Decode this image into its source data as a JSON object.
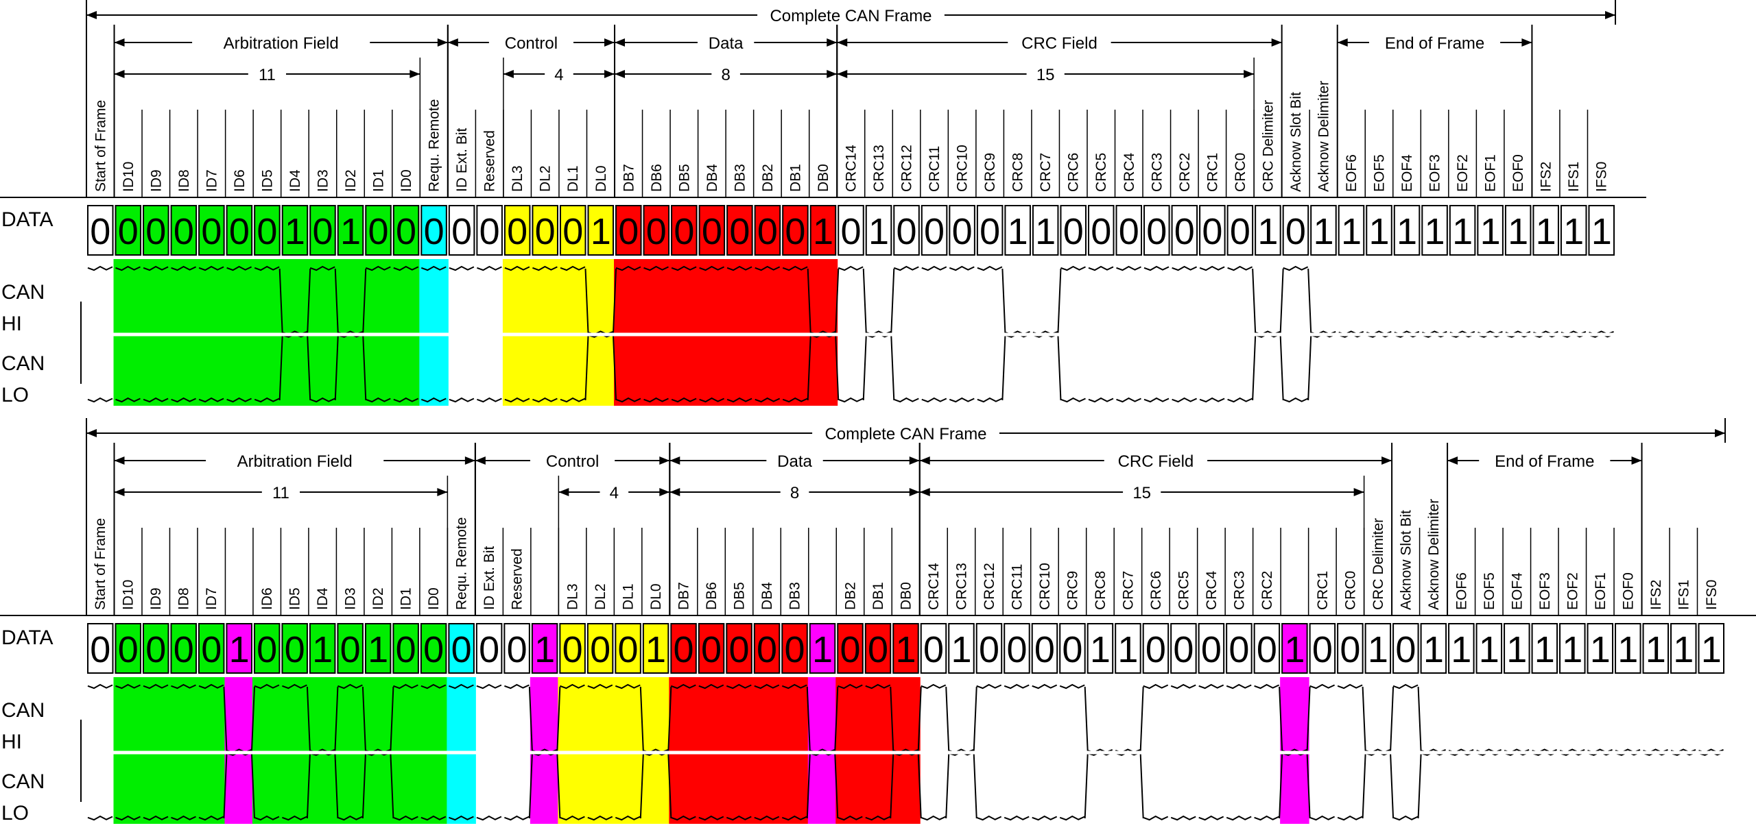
{
  "row_labels": {
    "data": "DATA",
    "can_hi_1": "CAN",
    "can_hi_2": "HI",
    "can_lo_1": "CAN",
    "can_lo_2": "LO"
  },
  "colors": {
    "arbitration": "#00ee00",
    "rtr": "#00ffff",
    "control": "#ffff00",
    "data": "#ff0000",
    "stuff": "#ff00ff",
    "background": "#ffffff",
    "line": "#000000"
  },
  "frames": [
    {
      "title": "Complete CAN Frame",
      "sections": [
        {
          "label": "Arbitration Field",
          "count": "11"
        },
        {
          "label": "Control",
          "count": "4"
        },
        {
          "label": "Data",
          "count": "8"
        },
        {
          "label": "CRC Field",
          "count": "15"
        },
        {
          "label": "End of Frame",
          "count": ""
        }
      ],
      "bits": [
        {
          "label": "Start of Frame",
          "value": "0",
          "type": "sof"
        },
        {
          "label": "ID10",
          "value": "0",
          "type": "arb"
        },
        {
          "label": "ID9",
          "value": "0",
          "type": "arb"
        },
        {
          "label": "ID8",
          "value": "0",
          "type": "arb"
        },
        {
          "label": "ID7",
          "value": "0",
          "type": "arb"
        },
        {
          "label": "ID6",
          "value": "0",
          "type": "arb"
        },
        {
          "label": "ID5",
          "value": "0",
          "type": "arb"
        },
        {
          "label": "ID4",
          "value": "1",
          "type": "arb"
        },
        {
          "label": "ID3",
          "value": "0",
          "type": "arb"
        },
        {
          "label": "ID2",
          "value": "1",
          "type": "arb"
        },
        {
          "label": "ID1",
          "value": "0",
          "type": "arb"
        },
        {
          "label": "ID0",
          "value": "0",
          "type": "arb"
        },
        {
          "label": "Requ. Remote",
          "value": "0",
          "type": "rtr"
        },
        {
          "label": "ID Ext. Bit",
          "value": "0",
          "type": "ide"
        },
        {
          "label": "Reserved",
          "value": "0",
          "type": "res"
        },
        {
          "label": "DL3",
          "value": "0",
          "type": "ctl"
        },
        {
          "label": "DL2",
          "value": "0",
          "type": "ctl"
        },
        {
          "label": "DL1",
          "value": "0",
          "type": "ctl"
        },
        {
          "label": "DL0",
          "value": "1",
          "type": "ctl"
        },
        {
          "label": "DB7",
          "value": "0",
          "type": "dat"
        },
        {
          "label": "DB6",
          "value": "0",
          "type": "dat"
        },
        {
          "label": "DB5",
          "value": "0",
          "type": "dat"
        },
        {
          "label": "DB4",
          "value": "0",
          "type": "dat"
        },
        {
          "label": "DB3",
          "value": "0",
          "type": "dat"
        },
        {
          "label": "DB2",
          "value": "0",
          "type": "dat"
        },
        {
          "label": "DB1",
          "value": "0",
          "type": "dat"
        },
        {
          "label": "DB0",
          "value": "1",
          "type": "dat"
        },
        {
          "label": "CRC14",
          "value": "0",
          "type": "crc"
        },
        {
          "label": "CRC13",
          "value": "1",
          "type": "crc"
        },
        {
          "label": "CRC12",
          "value": "0",
          "type": "crc"
        },
        {
          "label": "CRC11",
          "value": "0",
          "type": "crc"
        },
        {
          "label": "CRC10",
          "value": "0",
          "type": "crc"
        },
        {
          "label": "CRC9",
          "value": "0",
          "type": "crc"
        },
        {
          "label": "CRC8",
          "value": "1",
          "type": "crc"
        },
        {
          "label": "CRC7",
          "value": "1",
          "type": "crc"
        },
        {
          "label": "CRC6",
          "value": "0",
          "type": "crc"
        },
        {
          "label": "CRC5",
          "value": "0",
          "type": "crc"
        },
        {
          "label": "CRC4",
          "value": "0",
          "type": "crc"
        },
        {
          "label": "CRC3",
          "value": "0",
          "type": "crc"
        },
        {
          "label": "CRC2",
          "value": "0",
          "type": "crc"
        },
        {
          "label": "CRC1",
          "value": "0",
          "type": "crc"
        },
        {
          "label": "CRC0",
          "value": "0",
          "type": "crc"
        },
        {
          "label": "CRC Delimiter",
          "value": "1",
          "type": "crcdel"
        },
        {
          "label": "Acknow Slot Bit",
          "value": "0",
          "type": "ack"
        },
        {
          "label": "Acknow Delimiter",
          "value": "1",
          "type": "ackdel"
        },
        {
          "label": "EOF6",
          "value": "1",
          "type": "eof"
        },
        {
          "label": "EOF5",
          "value": "1",
          "type": "eof"
        },
        {
          "label": "EOF4",
          "value": "1",
          "type": "eof"
        },
        {
          "label": "EOF3",
          "value": "1",
          "type": "eof"
        },
        {
          "label": "EOF2",
          "value": "1",
          "type": "eof"
        },
        {
          "label": "EOF1",
          "value": "1",
          "type": "eof"
        },
        {
          "label": "EOF0",
          "value": "1",
          "type": "eof"
        },
        {
          "label": "IFS2",
          "value": "1",
          "type": "ifs"
        },
        {
          "label": "IFS1",
          "value": "1",
          "type": "ifs"
        },
        {
          "label": "IFS0",
          "value": "1",
          "type": "ifs"
        }
      ]
    },
    {
      "title": "Complete CAN Frame",
      "sections": [
        {
          "label": "Arbitration Field",
          "count": "11"
        },
        {
          "label": "Control",
          "count": "4"
        },
        {
          "label": "Data",
          "count": "8"
        },
        {
          "label": "CRC Field",
          "count": "15"
        },
        {
          "label": "End of Frame",
          "count": ""
        }
      ],
      "bits": [
        {
          "label": "Start of Frame",
          "value": "0",
          "type": "sof"
        },
        {
          "label": "ID10",
          "value": "0",
          "type": "arb"
        },
        {
          "label": "ID9",
          "value": "0",
          "type": "arb"
        },
        {
          "label": "ID8",
          "value": "0",
          "type": "arb"
        },
        {
          "label": "ID7",
          "value": "0",
          "type": "arb"
        },
        {
          "label": "",
          "value": "1",
          "type": "stuff"
        },
        {
          "label": "ID6",
          "value": "0",
          "type": "arb"
        },
        {
          "label": "ID5",
          "value": "0",
          "type": "arb"
        },
        {
          "label": "ID4",
          "value": "1",
          "type": "arb"
        },
        {
          "label": "ID3",
          "value": "0",
          "type": "arb"
        },
        {
          "label": "ID2",
          "value": "1",
          "type": "arb"
        },
        {
          "label": "ID1",
          "value": "0",
          "type": "arb"
        },
        {
          "label": "ID0",
          "value": "0",
          "type": "arb"
        },
        {
          "label": "Requ. Remote",
          "value": "0",
          "type": "rtr"
        },
        {
          "label": "ID Ext. Bit",
          "value": "0",
          "type": "ide"
        },
        {
          "label": "Reserved",
          "value": "0",
          "type": "res"
        },
        {
          "label": "",
          "value": "1",
          "type": "stuff"
        },
        {
          "label": "DL3",
          "value": "0",
          "type": "ctl"
        },
        {
          "label": "DL2",
          "value": "0",
          "type": "ctl"
        },
        {
          "label": "DL1",
          "value": "0",
          "type": "ctl"
        },
        {
          "label": "DL0",
          "value": "1",
          "type": "ctl"
        },
        {
          "label": "DB7",
          "value": "0",
          "type": "dat"
        },
        {
          "label": "DB6",
          "value": "0",
          "type": "dat"
        },
        {
          "label": "DB5",
          "value": "0",
          "type": "dat"
        },
        {
          "label": "DB4",
          "value": "0",
          "type": "dat"
        },
        {
          "label": "DB3",
          "value": "0",
          "type": "dat"
        },
        {
          "label": "",
          "value": "1",
          "type": "stuff"
        },
        {
          "label": "DB2",
          "value": "0",
          "type": "dat"
        },
        {
          "label": "DB1",
          "value": "0",
          "type": "dat"
        },
        {
          "label": "DB0",
          "value": "1",
          "type": "dat"
        },
        {
          "label": "CRC14",
          "value": "0",
          "type": "crc"
        },
        {
          "label": "CRC13",
          "value": "1",
          "type": "crc"
        },
        {
          "label": "CRC12",
          "value": "0",
          "type": "crc"
        },
        {
          "label": "CRC11",
          "value": "0",
          "type": "crc"
        },
        {
          "label": "CRC10",
          "value": "0",
          "type": "crc"
        },
        {
          "label": "CRC9",
          "value": "0",
          "type": "crc"
        },
        {
          "label": "CRC8",
          "value": "1",
          "type": "crc"
        },
        {
          "label": "CRC7",
          "value": "1",
          "type": "crc"
        },
        {
          "label": "CRC6",
          "value": "0",
          "type": "crc"
        },
        {
          "label": "CRC5",
          "value": "0",
          "type": "crc"
        },
        {
          "label": "CRC4",
          "value": "0",
          "type": "crc"
        },
        {
          "label": "CRC3",
          "value": "0",
          "type": "crc"
        },
        {
          "label": "CRC2",
          "value": "0",
          "type": "crc"
        },
        {
          "label": "",
          "value": "1",
          "type": "stuff"
        },
        {
          "label": "CRC1",
          "value": "0",
          "type": "crc"
        },
        {
          "label": "CRC0",
          "value": "0",
          "type": "crc"
        },
        {
          "label": "CRC Delimiter",
          "value": "1",
          "type": "crcdel"
        },
        {
          "label": "Acknow Slot Bit",
          "value": "0",
          "type": "ack"
        },
        {
          "label": "Acknow Delimiter",
          "value": "1",
          "type": "ackdel"
        },
        {
          "label": "EOF6",
          "value": "1",
          "type": "eof"
        },
        {
          "label": "EOF5",
          "value": "1",
          "type": "eof"
        },
        {
          "label": "EOF4",
          "value": "1",
          "type": "eof"
        },
        {
          "label": "EOF3",
          "value": "1",
          "type": "eof"
        },
        {
          "label": "EOF2",
          "value": "1",
          "type": "eof"
        },
        {
          "label": "EOF1",
          "value": "1",
          "type": "eof"
        },
        {
          "label": "EOF0",
          "value": "1",
          "type": "eof"
        },
        {
          "label": "IFS2",
          "value": "1",
          "type": "ifs"
        },
        {
          "label": "IFS1",
          "value": "1",
          "type": "ifs"
        },
        {
          "label": "IFS0",
          "value": "1",
          "type": "ifs"
        }
      ]
    }
  ]
}
